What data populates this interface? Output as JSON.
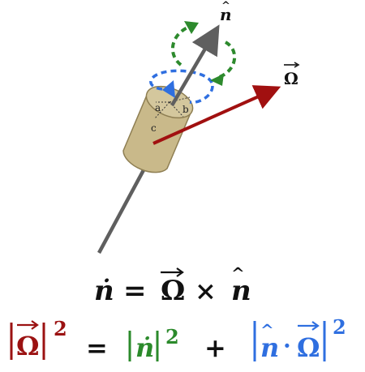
{
  "labels": {
    "n_hat": "n",
    "omega": "Ω",
    "axis_a": "a",
    "axis_b": "b",
    "axis_c": "c"
  },
  "equation1": {
    "lhs": "ṅ",
    "equals": "=",
    "omega": "Ω",
    "cross": "×",
    "n_hat": "n"
  },
  "equation2": {
    "omega": "Ω",
    "power1": "2",
    "equals": "=",
    "ndot": "ṅ",
    "power2": "2",
    "plus": "+",
    "n_hat": "n",
    "dot": "·",
    "omega2": "Ω",
    "power3": "2"
  },
  "colors": {
    "axis": "#5f5f5f",
    "omega_arrow": "#a11010",
    "precession": "#2d8a2d",
    "spin": "#2f6fe0",
    "cylinder_fill": "#c9b98a",
    "cylinder_stroke": "#8e7e52",
    "eq_black": "#111111",
    "eq_red": "#9b1212",
    "eq_green": "#2b8a2b",
    "eq_blue": "#2f6fe0"
  }
}
